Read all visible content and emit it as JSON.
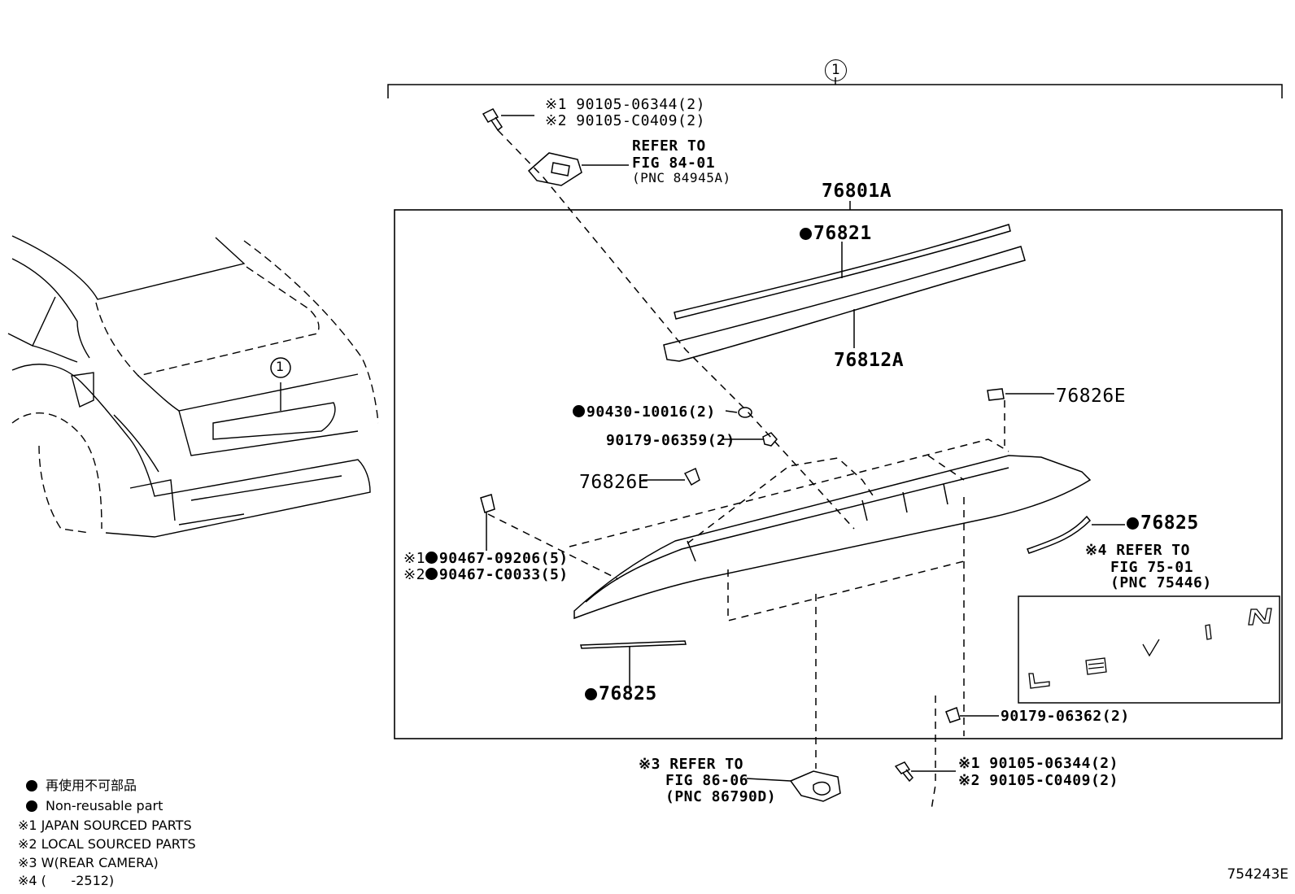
{
  "callouts": {
    "assembly_no": "1",
    "bolt_top_1": "※1 90105-06344(2)",
    "bolt_top_2": "※2 90105-C0409(2)",
    "refer_top_1": "REFER TO",
    "refer_top_2": "FIG 84-01",
    "refer_top_3": "(PNC 84945A)",
    "p76801A": "76801A",
    "p76821": "76821",
    "p76812A": "76812A",
    "p76826E_right": "76826E",
    "p90430": "90430-10016(2)",
    "p90179_06359": "90179-06359(2)",
    "p76826E_left": "76826E",
    "p90467_1_prefix": "※1",
    "p90467_1": "90467-09206(5)",
    "p90467_2_prefix": "※2",
    "p90467_2": "90467-C0033(5)",
    "p76825_right": "76825",
    "refer_right_1": "※4 REFER TO",
    "refer_right_2": "FIG 75-01",
    "refer_right_3": "(PNC 75446)",
    "p76825_left": "76825",
    "p90179_06362": "90179-06362(2)",
    "refer_bottom_1": "※3 REFER TO",
    "refer_bottom_2": "FIG 86-06",
    "refer_bottom_3": "(PNC 86790D)",
    "bolt_bottom_1": "※1 90105-06344(2)",
    "bolt_bottom_2": "※2 90105-C0409(2)",
    "car_callout": "1",
    "emblem_letters": [
      "L",
      "E",
      "V",
      "I",
      "N"
    ]
  },
  "legend": {
    "line1": "再使用不可部品",
    "line2": "Non-reusable part",
    "line3": "※1 JAPAN SOURCED PARTS",
    "line4": "※2 LOCAL SOURCED PARTS",
    "line5": "※3 W(REAR CAMERA)",
    "line6": "※4 (      -2512)"
  },
  "figure_code": "754243E"
}
